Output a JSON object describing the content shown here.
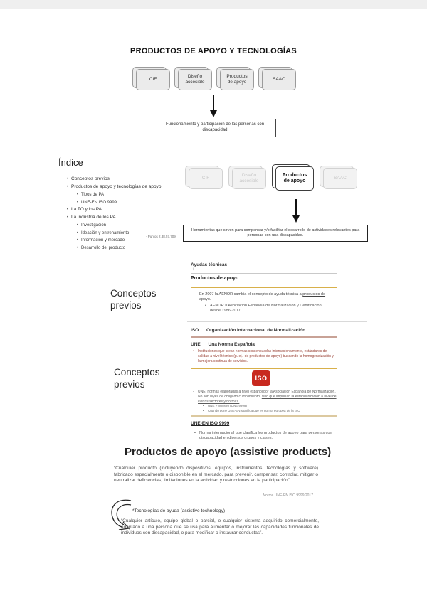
{
  "slide1": {
    "title": "PRODUCTOS DE APOYO Y TECNOLOGÍAS",
    "boxes": [
      "CIF",
      "Diseño accesible",
      "Productos de apoyo",
      "SAAC"
    ],
    "result": "Funcionamiento y participación de las personas con discapacidad"
  },
  "indice": {
    "title": "Índice",
    "items": [
      {
        "label": "Conceptos previos"
      },
      {
        "label": "Productos de apoyo y tecnologías de apoyo"
      },
      {
        "label": "Tipos de PA"
      },
      {
        "label": "UNE-EN ISO 9999"
      },
      {
        "label": "La TO y los PA"
      },
      {
        "label": "La industria de los PA"
      },
      {
        "label": "Investigación"
      },
      {
        "label": "Ideación y entrenamiento"
      },
      {
        "label": "Información y mercado"
      },
      {
        "label": "Desarrollo del producto"
      }
    ],
    "note": "· Puntos 2.38.57.709"
  },
  "slide2": {
    "boxes": [
      "CIF",
      "Diseño accesible",
      "Productos de apoyo",
      "SAAC"
    ],
    "caption": "Herramientas que sirven para compensar y/o facilitar el desarrollo de actividades relevantes para personas con una discapacidad."
  },
  "slide3": {
    "side_label": "Conceptos previos",
    "term_old": "Ayudas técnicas",
    "arrow_glyph": "↓",
    "term_new": "Productos de apoyo",
    "bullet_pre": "En 2007 la AENOR cambia el concepto de ayuda técnica a ",
    "bullet_link": "productos de apoyo.",
    "sub_bullet": "AENOR = Asociación Española de Normalización y Certificación, desde 1986-2017."
  },
  "slide4": {
    "side_label": "Conceptos previos",
    "iso_label": "ISO",
    "iso_text": "Organización Internacional de Normalización",
    "une_label": "UNE",
    "une_text": "Una Norma Española",
    "para1": "Instituciones que crean normas consensuadas internacionalmente, estándares de calidad a nivel técnico (p. ej., de productos de apoyo) buscando la homogeneización y la mejora continua de servicios.",
    "iso_badge": "ISO",
    "para2_pre": "UNE: normas elaboradas a nivel español por la Asociación Española de Normalización. No son leyes de obligado cumplimiento, ",
    "para2_underlined": "sino que impulsan la estandarización a nivel de ciertos sectores y normas.",
    "sub_items": [
      "UNE + número (UNE 9999)",
      "Cuando pone UNE-EN significa que es norma europea de la ISO"
    ],
    "norm_heading": "UNE-EN ISO 9999",
    "norm_bullet": "Norma internacional que clasifica los productos de apoyo para personas con discapacidad en diversos grupos y clases."
  },
  "definitions": {
    "heading": "Productos de apoyo (assistive products)",
    "quote1": "“Cualquier producto (incluyendo dispositivos, equipos, instrumentos, tecnologías y software) fabricado especialmente o disponible en el mercado, para prevenir, compensar, controlar, mitigar o neutralizar deficiencias, limitaciones en la actividad y restricciones en la participación”.",
    "source": "Norma UNE-EN ISO 9999:2017",
    "subheading": "*Tecnologías de ayuda (assistive technology)",
    "quote2": "“Cualquier artículo, equipo global o parcial, o cualquier sistema adquirido comercialmente, adaptado a una persona que se usa para aumentar o mejorar las capacidades funcionales de individuos con discapacidad, o para modificar o instaurar conductas”."
  },
  "colors": {
    "gold_line": "#d8b04a",
    "rose_line": "#c8a296",
    "tan_line": "#dcc9a0",
    "iso_red": "#c8291f",
    "maroon_text": "#9b4438"
  }
}
